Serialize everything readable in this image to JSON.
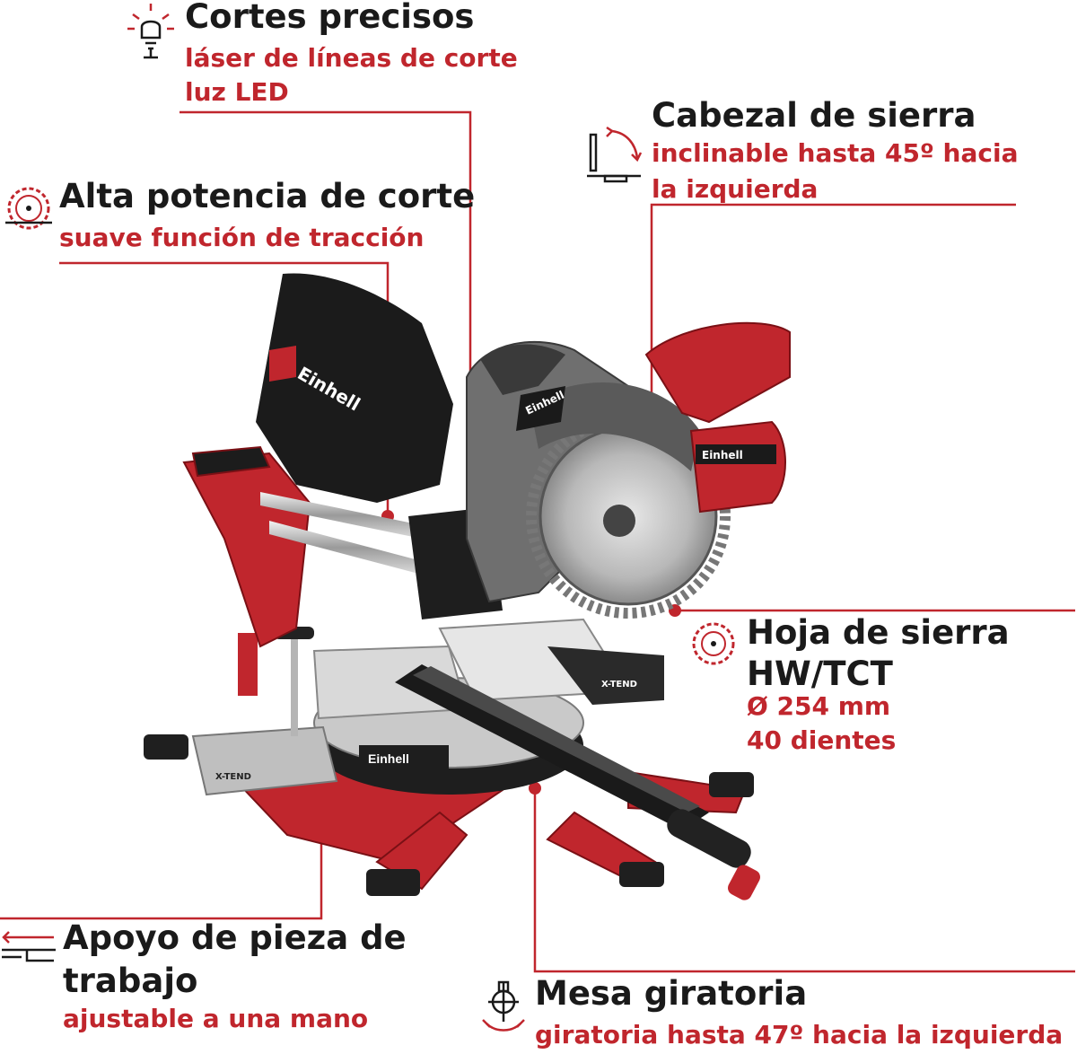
{
  "colors": {
    "accent": "#c0262d",
    "text": "#1a1a1a"
  },
  "brand": "Einhell",
  "labels": {
    "x_tend": "X-TEND"
  },
  "features": {
    "laser": {
      "title": "Cortes precisos",
      "sub1": "láser de líneas de corte",
      "sub2": "luz LED",
      "icon": "laser-light-icon"
    },
    "power": {
      "title": "Alta potencia de corte",
      "sub1": "suave función de tracción",
      "icon": "saw-blade-icon"
    },
    "head": {
      "title": "Cabezal de sierra",
      "sub1": "inclinable hasta 45º hacia",
      "sub2": "la izquierda",
      "icon": "tilt-angle-icon"
    },
    "blade": {
      "title1": "Hoja de sierra",
      "title2": "HW/TCT",
      "sub1": "Ø 254 mm",
      "sub2": "40 dientes",
      "icon": "saw-blade-icon"
    },
    "support": {
      "title1": "Apoyo de pieza de",
      "title2": "trabajo",
      "sub1": "ajustable a una mano",
      "icon": "workpiece-support-icon"
    },
    "table": {
      "title": "Mesa giratoria",
      "sub1": "giratoria hasta 47º hacia la izquierda",
      "icon": "rotary-table-icon"
    }
  }
}
